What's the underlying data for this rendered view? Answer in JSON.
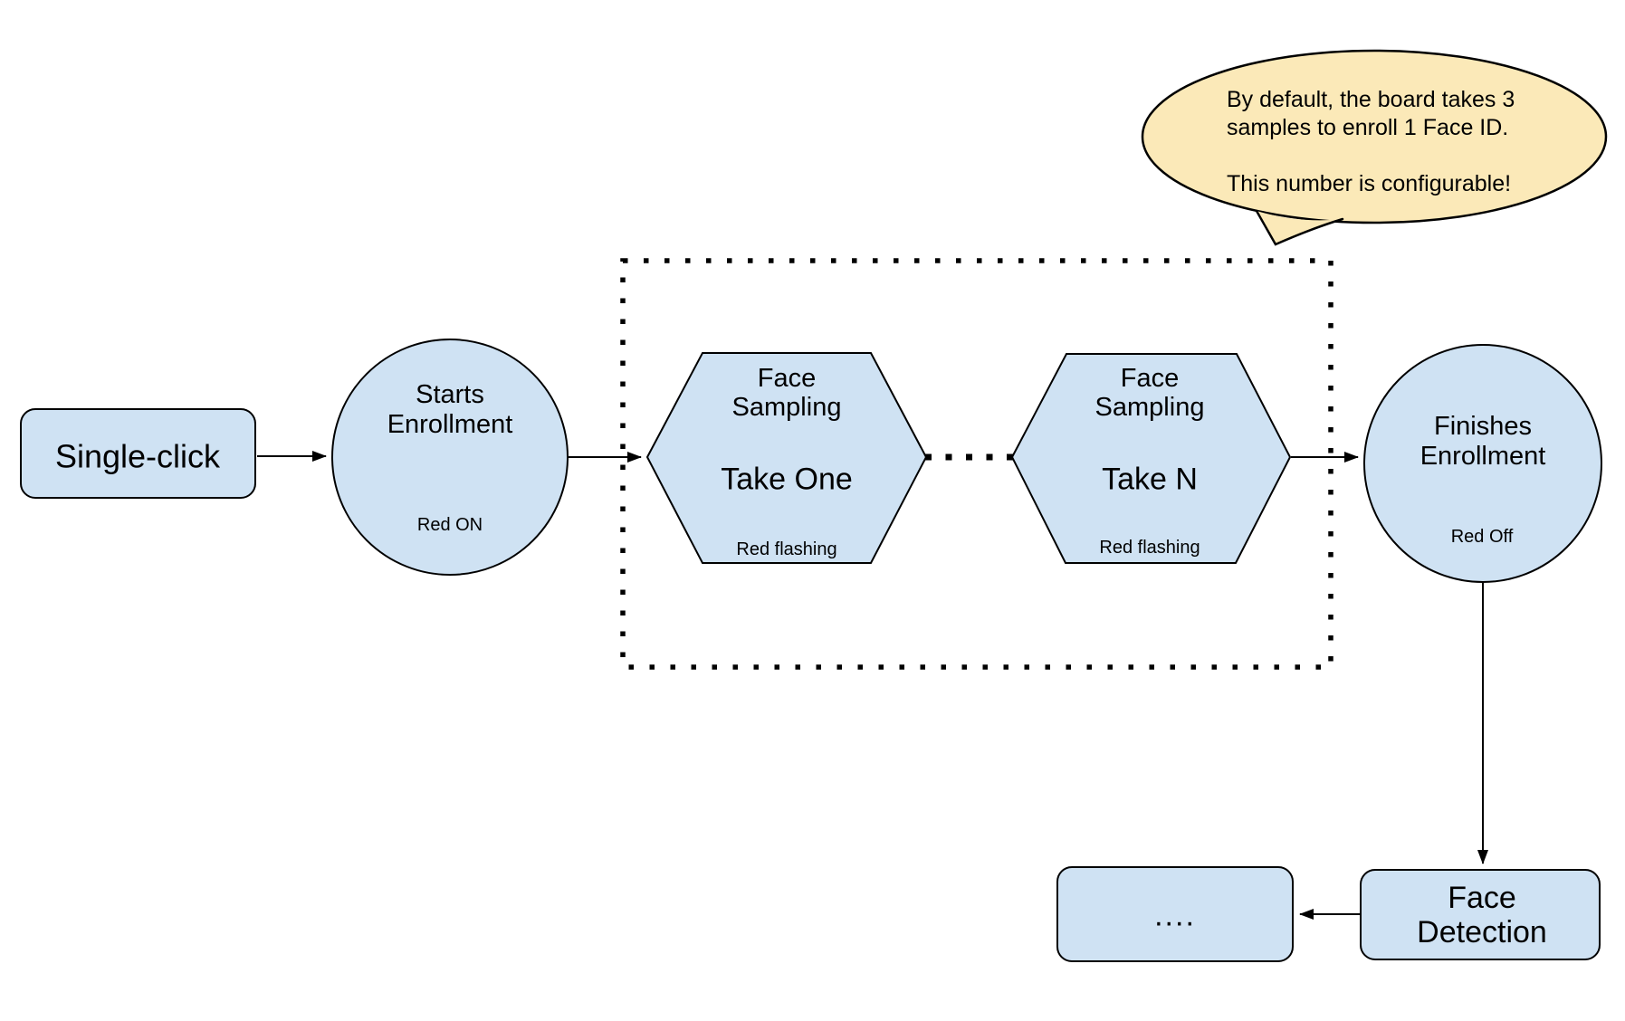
{
  "diagram": {
    "title_hint": "Face ID enrollment flow",
    "colors": {
      "node_fill": "#cfe2f3",
      "node_stroke": "#000000",
      "callout_fill": "#fbe9b8",
      "callout_stroke": "#000000",
      "arrow_color": "#000000",
      "background": "#ffffff"
    },
    "callout": {
      "text": "By default, the board takes 3\nsamples to enroll 1 Face ID.\n\nThis number is configurable!"
    },
    "nodes": {
      "single_click": {
        "label": "Single-click"
      },
      "starts_enrollment": {
        "title": "Starts\nEnrollment",
        "status": "Red ON"
      },
      "face_sampling_one": {
        "title": "Face\nSampling",
        "step": "Take One",
        "status": "Red flashing"
      },
      "face_sampling_n": {
        "title": "Face\nSampling",
        "step": "Take N",
        "status": "Red flashing"
      },
      "finishes_enrollment": {
        "title": "Finishes\nEnrollment",
        "status": "Red Off"
      },
      "face_detection": {
        "label": "Face\nDetection"
      },
      "continuation": {
        "label": "...."
      }
    }
  }
}
